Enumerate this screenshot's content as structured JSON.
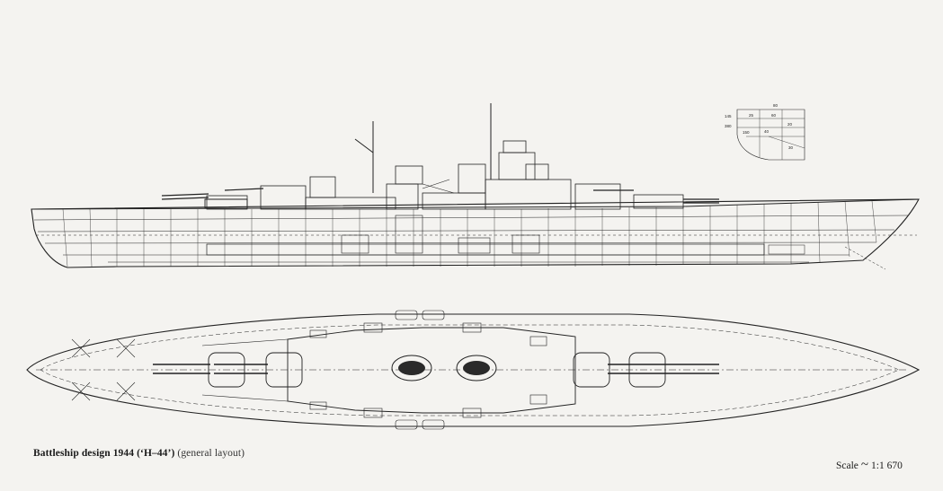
{
  "caption": {
    "title": "Battleship design 1944 (‘H–44’)",
    "subtitle": "(general layout)"
  },
  "scale": {
    "label": "Scale",
    "symbol": "~",
    "value": "1:1 670"
  },
  "inset_section": {
    "labels": [
      "80",
      "25",
      "60",
      "145",
      "380",
      "150",
      "20",
      "30",
      "40"
    ]
  }
}
